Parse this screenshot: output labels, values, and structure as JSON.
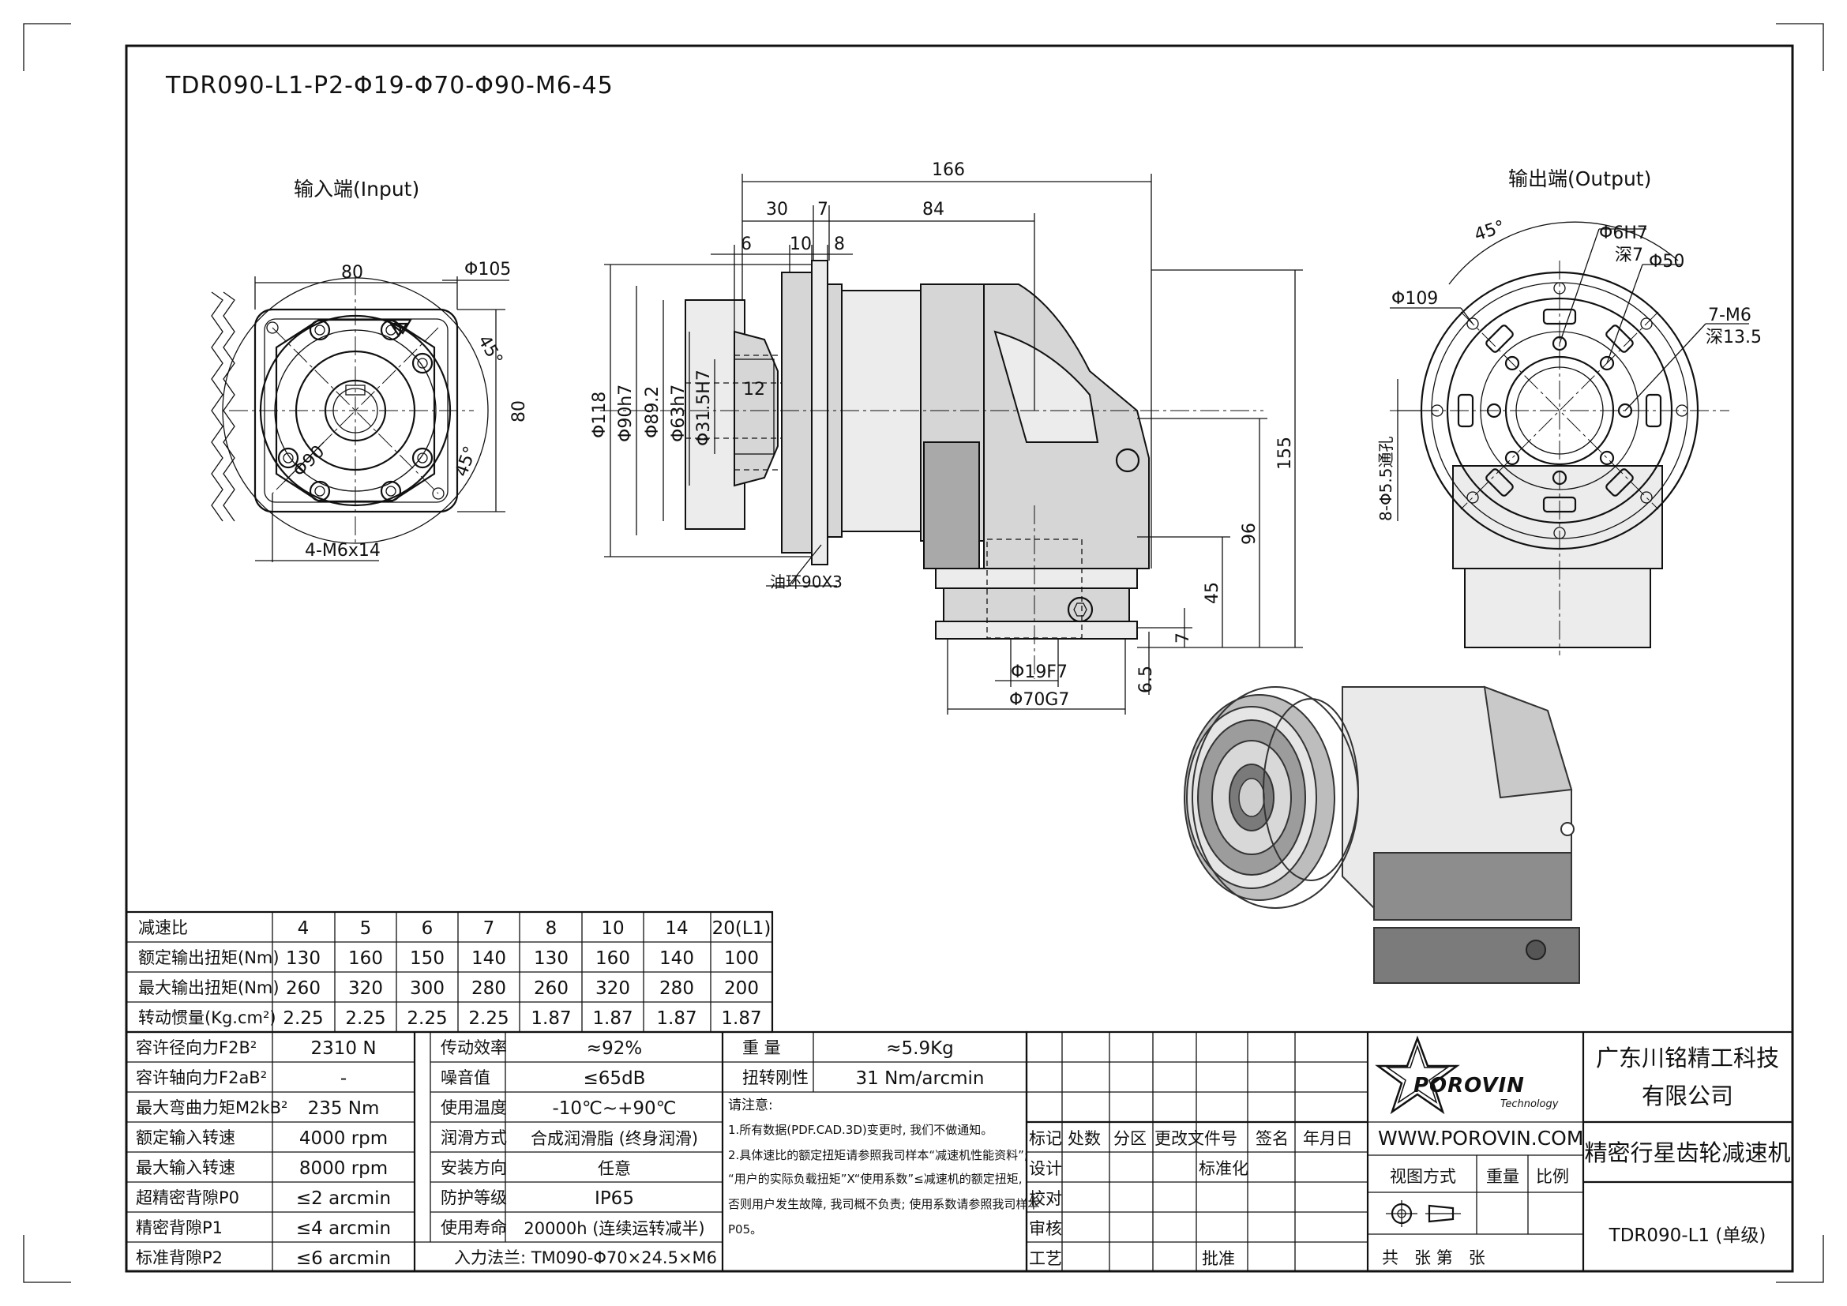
{
  "drawing": {
    "model_code": "TDR090-L1-P2-Φ19-Φ70-Φ90-M6-45",
    "input_view_title": "输入端(Input)",
    "output_view_title": "输出端(Output)"
  },
  "dimensions": {
    "input": {
      "width": "80",
      "height": "80",
      "dia_105": "Φ105",
      "pcd": "Φ90",
      "angle_a": "45°",
      "angle_b": "45°",
      "thread": "4-M6x14"
    },
    "side": {
      "overall": "166",
      "d30": "30",
      "d7": "7",
      "d84": "84",
      "d6": "6",
      "d10": "10",
      "d8": "8",
      "d12": "12",
      "dia118": "Φ118",
      "dia90h7": "Φ90h7",
      "dia89_2": "Φ89.2",
      "dia63h7": "Φ63h7",
      "dia31_5h7": "Φ31.5H7",
      "oring": "油环90X3",
      "h155": "155",
      "h96": "96",
      "h45": "45",
      "h7": "7",
      "h6_5": "6.5",
      "dia19f7": "Φ19F7",
      "dia70g7": "Φ70G7"
    },
    "output": {
      "angle": "45°",
      "dia6h7": "Φ6H7",
      "depth7": "深7",
      "dia50": "Φ50",
      "dia109": "Φ109",
      "thread": "7-M6",
      "depth13_5": "深13.5",
      "holes": "8-Φ5.5通孔"
    }
  },
  "ratio_table": {
    "headers": [
      "减速比",
      "4",
      "5",
      "6",
      "7",
      "8",
      "10",
      "14",
      "20(L1)"
    ],
    "rows": [
      [
        "额定输出扭矩(Nm)",
        "130",
        "160",
        "150",
        "140",
        "130",
        "160",
        "140",
        "100"
      ],
      [
        "最大输出扭矩(Nm)",
        "260",
        "320",
        "300",
        "280",
        "260",
        "320",
        "280",
        "200"
      ],
      [
        "转动惯量(Kg.cm²)",
        "2.25",
        "2.25",
        "2.25",
        "2.25",
        "1.87",
        "1.87",
        "1.87",
        "1.87"
      ]
    ]
  },
  "spec_table": {
    "col1": [
      [
        "容许径向力F2B²",
        "2310 N"
      ],
      [
        "容许轴向力F2aB²",
        "-"
      ],
      [
        "最大弯曲力矩M2kB²",
        "235 Nm"
      ],
      [
        "额定输入转速",
        "4000 rpm"
      ],
      [
        "最大输入转速",
        "8000 rpm"
      ],
      [
        "超精密背隙P0",
        "≤2 arcmin"
      ],
      [
        "精密背隙P1",
        "≤4 arcmin"
      ],
      [
        "标准背隙P2",
        "≤6 arcmin"
      ]
    ],
    "col2": [
      [
        "传动效率",
        "≈92%"
      ],
      [
        "噪音值",
        "≤65dB"
      ],
      [
        "使用温度",
        "-10℃~+90℃"
      ],
      [
        "润滑方式",
        "合成润滑脂 (终身润滑)"
      ],
      [
        "安装方向",
        "任意"
      ],
      [
        "防护等级",
        "IP65"
      ],
      [
        "使用寿命",
        "20000h (连续运转减半)"
      ]
    ],
    "input_flange": "入力法兰: TM090-Φ70×24.5×M6",
    "col3": [
      [
        "重 量",
        "≈5.9Kg"
      ],
      [
        "扭转刚性",
        "31 Nm/arcmin"
      ]
    ],
    "notes_title": "请注意:",
    "notes": [
      "1.所有数据(PDF.CAD.3D)变更时, 我们不做通知。",
      "2.具体速比的额定扭矩请参照我司样本“减速机性能资料”;",
      "“用户的实际负载扭矩”X“使用系数”≤减速机的额定扭矩,",
      "否则用户发生故障, 我司概不负责; 使用系数请参照我司样本",
      "P05。"
    ]
  },
  "title_block": {
    "revision_headers": [
      "标记",
      "处数",
      "分区",
      "更改文件号",
      "签名",
      "年月日"
    ],
    "roles": [
      "设计",
      "校对",
      "审核",
      "工艺"
    ],
    "standardization": "标准化",
    "approve": "批准",
    "logo_text": "POROVIN",
    "logo_sub": "Technology",
    "website": "WWW.POROVIN.COM",
    "view_method": "视图方式",
    "weight": "重量",
    "scale": "比例",
    "sheets": "共   张 第   张",
    "company_line1": "广东川铭精工科技",
    "company_line2": "有限公司",
    "product_name": "精密行星齿轮减速机",
    "drawing_no": "TDR090-L1 (单级)"
  }
}
